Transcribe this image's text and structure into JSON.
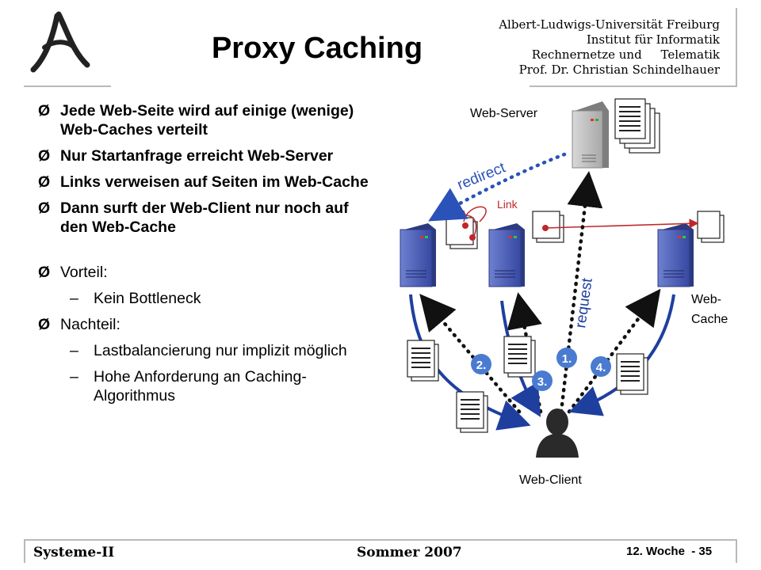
{
  "slide": {
    "title": "Proxy Caching",
    "institution": {
      "line1": "Albert-Ludwigs-Universität Freiburg",
      "line2": "Institut für Informatik",
      "line3": "Rechnernetze und     Telematik",
      "line4": "Prof. Dr. Christian Schindelhauer"
    },
    "bullets": [
      {
        "text": "Jede Web-Seite wird auf einige (wenige) Web-Caches verteilt"
      },
      {
        "text": "Nur Startanfrage erreicht Web-Server"
      },
      {
        "text": "Links verweisen auf Seiten im Web-Cache"
      },
      {
        "text": "Dann surft der Web-Client nur noch auf den Web-Cache"
      }
    ],
    "pro_label": "Vorteil:",
    "pro_items": [
      "Kein Bottleneck"
    ],
    "con_label": "Nachteil:",
    "con_items": [
      "Lastbalancierung nur implizit möglich",
      "Hohe Anforderung an Caching-Algorithmus"
    ],
    "bullet_marker": "Ø",
    "dash": "–"
  },
  "diagram": {
    "web_server_label": "Web-Server",
    "web_cache_label_1": "Web-",
    "web_cache_label_2": "Cache",
    "web_client_label": "Web-Client",
    "redirect_label": "redirect",
    "request_label": "request",
    "link_label": "Link",
    "steps": [
      "1.",
      "2.",
      "3.",
      "4."
    ],
    "colors": {
      "server_blue": "#3a4ea8",
      "arrow_blue": "#1f3f9f",
      "dotted_arrow": "#1a1a1a",
      "redirect_dots": "#2a52b8",
      "badge_blue": "#4a7bd0",
      "link_red": "#c0262a"
    }
  },
  "footer": {
    "left": "Systeme-II",
    "center": "Sommer 2007",
    "right": "12. Woche  - 35"
  }
}
